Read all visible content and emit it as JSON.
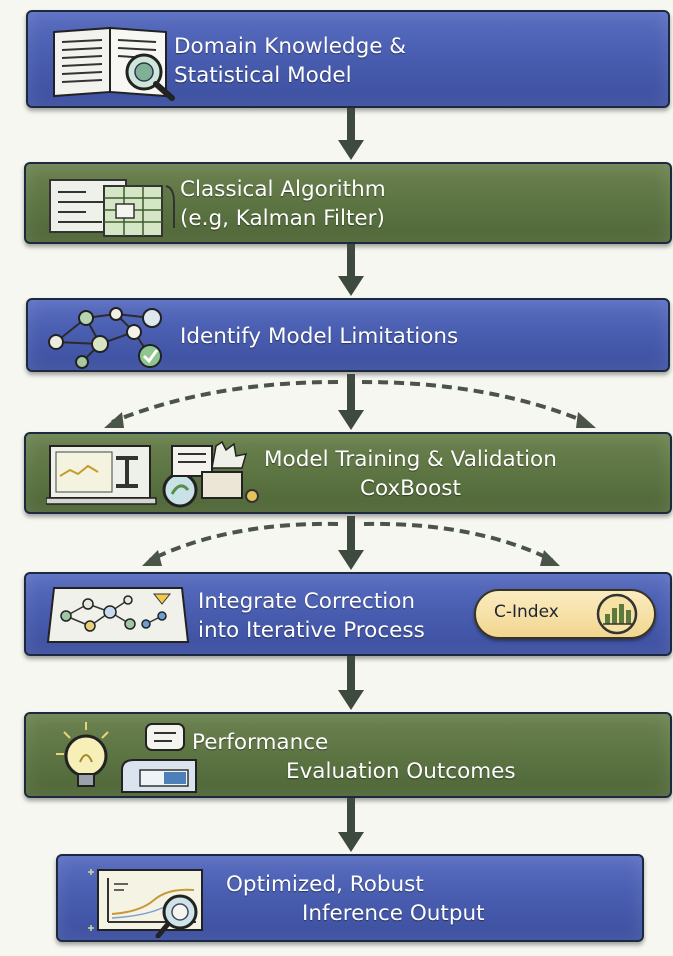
{
  "steps": [
    {
      "lines": [
        "Domain Knowledge &",
        "Statistical Model"
      ],
      "icon": "open-book-magnifier-icon"
    },
    {
      "lines": [
        "Classical Algorithm",
        "(e.g, Kalman Filter)"
      ],
      "icon": "document-spreadsheet-icon"
    },
    {
      "lines": [
        "Identify Model Limitations"
      ],
      "icon": "network-graph-check-icon"
    },
    {
      "lines": [
        "Model Training & Validation",
        "CoxBoost"
      ],
      "icon": "monitor-training-gear-icon"
    },
    {
      "lines": [
        "Integrate Correction",
        "into Iterative Process"
      ],
      "icon": "network-laptop-icon",
      "badge": {
        "label": "C-Index",
        "icon": "bar-chart-icon"
      }
    },
    {
      "lines": [
        "Performance",
        "Evaluation Outcomes"
      ],
      "icon": "lightbulb-chat-icon"
    },
    {
      "lines": [
        "Optimized, Robust",
        "Inference Output"
      ],
      "icon": "chart-magnifier-icon"
    }
  ],
  "colors": {
    "blue_box": "#4a5eb1",
    "green_box": "#5d7443",
    "arrow": "#3e4a3e",
    "badge": "#f3dc9b"
  }
}
